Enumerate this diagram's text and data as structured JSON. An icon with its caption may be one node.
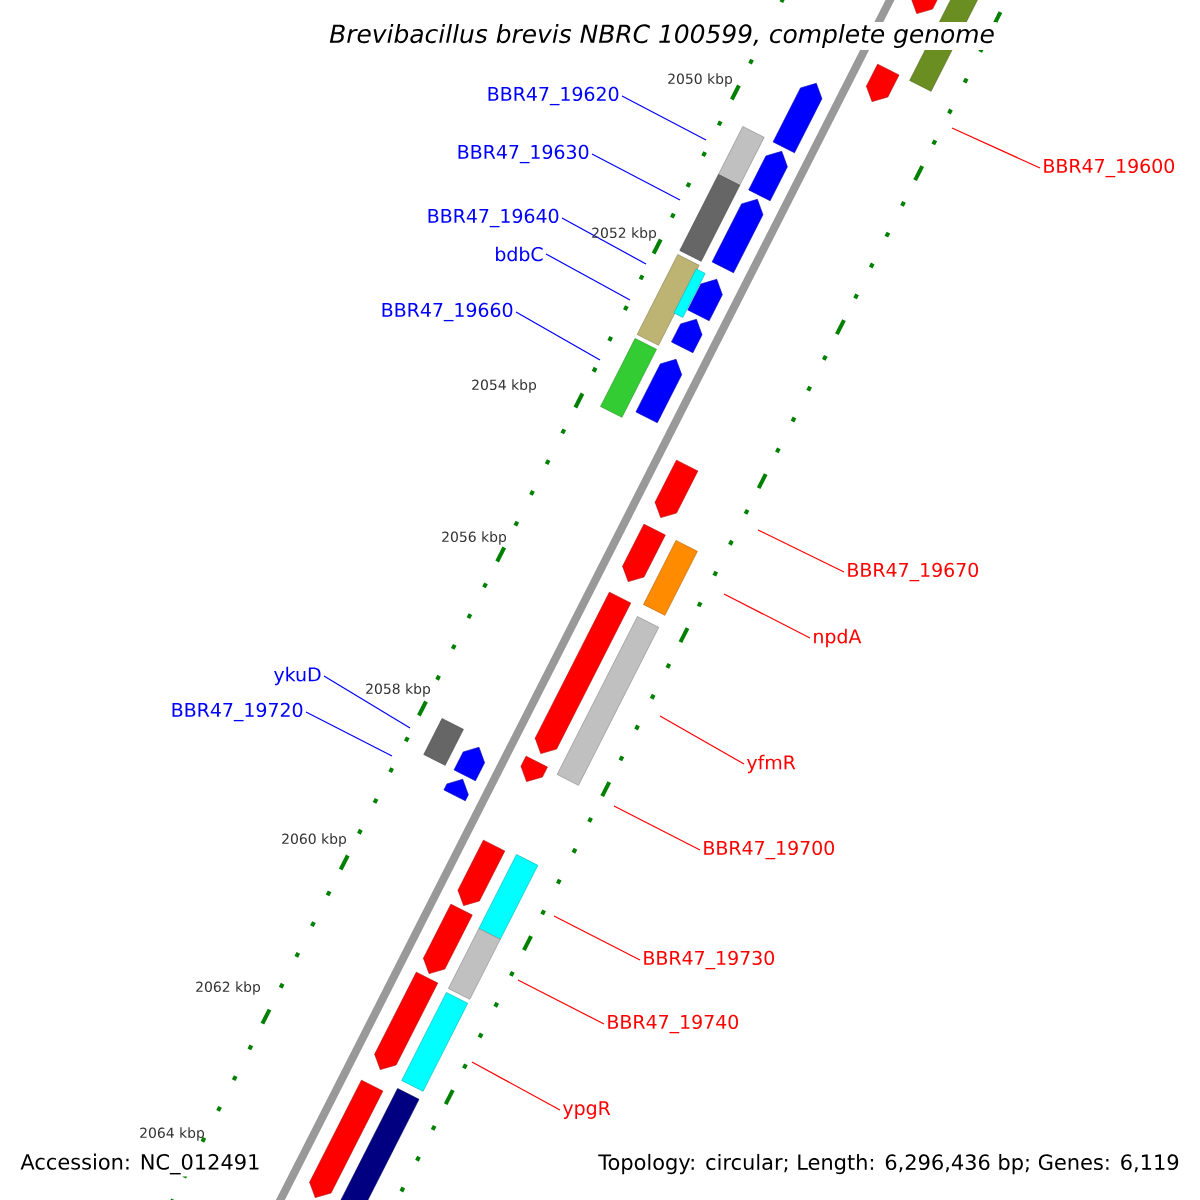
{
  "diagram": {
    "title": "*Brevibacillus brevis* NBRC 100599, complete genome",
    "nodes": [
      {
        "text": [
          "BBR47_19620"
        ]
      },
      {
        "text": [
          "BBR47_19630"
        ]
      },
      {
        "text": [
          "BBR47_19600"
        ]
      },
      {
        "text": [
          "BBR47_19640"
        ]
      },
      {
        "text": [
          "bdbC"
        ]
      },
      {
        "text": [
          "BBR47_19660"
        ]
      },
      {
        "text": [
          "BBR47_19670"
        ]
      },
      {
        "text": [
          "npdA"
        ]
      },
      {
        "text": [
          "ykuD"
        ]
      },
      {
        "text": [
          "BBR47_19720"
        ]
      },
      {
        "text": [
          "yfmR"
        ]
      },
      {
        "text": [
          "BBR47_19700"
        ]
      },
      {
        "text": [
          "BBR47_19730"
        ]
      },
      {
        "text": [
          "BBR47_19740"
        ]
      },
      {
        "text": [
          "ypgR"
        ]
      }
    ],
    "edges": [
      {
        "from": 0,
        "to": null,
        "arrow": "none",
        "color": "#0000ff"
      },
      {
        "from": 1,
        "to": null,
        "arrow": "none",
        "color": "#0000ff"
      },
      {
        "from": 2,
        "to": null,
        "arrow": "none"
      },
      {
        "from": 3,
        "to": null,
        "arrow": "none",
        "color": "#0000ff"
      },
      {
        "from": 4,
        "to": null,
        "arrow": "none",
        "color": "#0000ff"
      },
      {
        "from": 5,
        "to": null,
        "arrow": "none",
        "color": "#0000ff"
      },
      {
        "from": 6,
        "to": null,
        "arrow": "none"
      },
      {
        "from": 7,
        "to": null,
        "arrow": "none"
      },
      {
        "from": 8,
        "to": null,
        "arrow": "none",
        "color": "#0000ff"
      },
      {
        "from": 9,
        "to": null,
        "arrow": "none",
        "color": "#0000ff"
      },
      {
        "from": 10,
        "to": null,
        "arrow": "none"
      },
      {
        "from": 11,
        "to": null,
        "arrow": "none"
      },
      {
        "from": 12,
        "to": null,
        "arrow": "none"
      },
      {
        "from": 13,
        "to": null,
        "arrow": "none"
      },
      {
        "from": 14,
        "to": null,
        "arrow": "none"
      }
    ],
    "labels": [
      "2050 kbp",
      "2052 kbp",
      "2054 kbp",
      "2056 kbp",
      "2058 kbp",
      "2060 kbp",
      "2062 kbp",
      "2064 kbp",
      "Accession: NC_012491",
      "Topology: circular; Length: 6,296,436 bp; Genes: 6,119"
    ]
  }
}
